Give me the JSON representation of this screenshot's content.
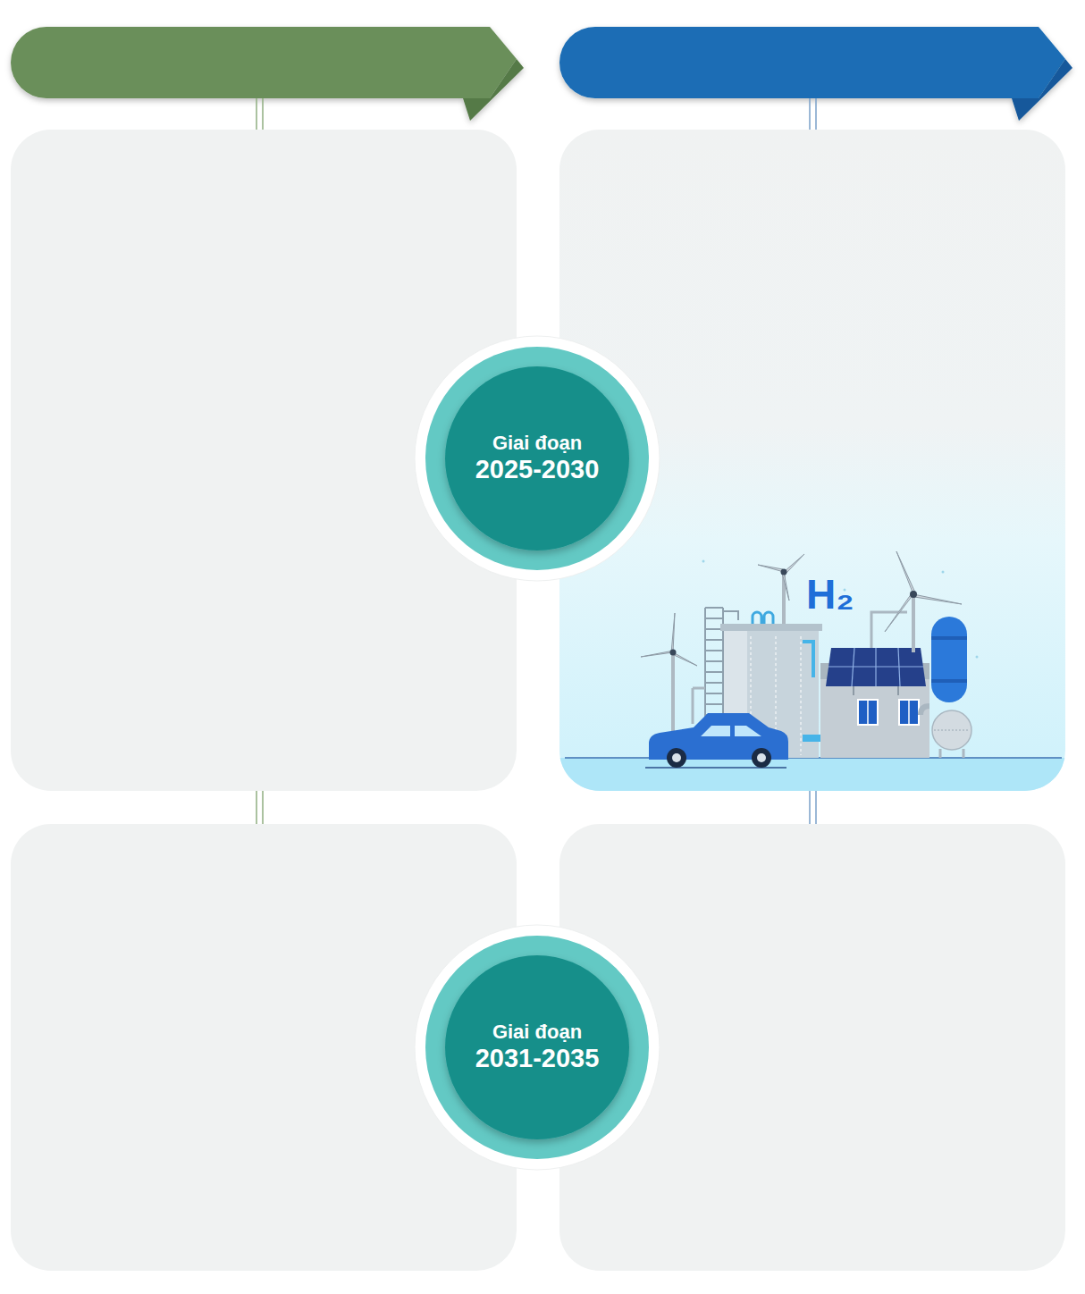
{
  "diagram": {
    "nodes": [
      {
        "text": [
          "Giai đoạn",
          "2025-2030"
        ]
      },
      {
        "text": [
          "Giai đoạn",
          "2031-2035"
        ]
      }
    ],
    "labels": [
      "H₂"
    ]
  }
}
